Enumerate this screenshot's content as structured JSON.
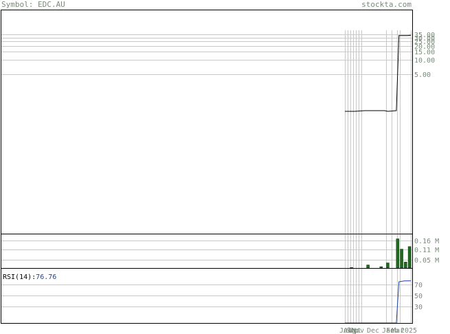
{
  "header": {
    "symbol_text": "Symbol: EDC.AU",
    "brand": "stockta.com"
  },
  "colors": {
    "grid": "#c8c8c8",
    "frame": "#000000",
    "label": "#7a8a7a",
    "volume": "#1e6b1e",
    "rsi_line": "#1a3fa8"
  },
  "chart_data": [
    {
      "type": "line",
      "name": "price",
      "scale": "log",
      "yticks": [
        35.0,
        30.0,
        25.0,
        20.0,
        15.0,
        10.0,
        5.0
      ],
      "ytick_labels": [
        "35.00",
        "30.00",
        "25.00",
        "20.00",
        "15.00",
        "10.00",
        "5.00"
      ],
      "segments": [
        {
          "x": 0.0,
          "y": 1.0
        },
        {
          "x": 0.15,
          "y": 1.0
        },
        {
          "x": 0.3,
          "y": 1.02
        },
        {
          "x": 0.45,
          "y": 1.02
        },
        {
          "x": 0.6,
          "y": 1.02
        },
        {
          "x": 0.65,
          "y": 1.0
        },
        {
          "x": 0.78,
          "y": 1.02
        },
        {
          "x": 0.82,
          "y": 33.0
        },
        {
          "x": 0.95,
          "y": 33.0
        },
        {
          "x": 1.0,
          "y": 33.5
        }
      ]
    },
    {
      "type": "bar",
      "name": "volume",
      "ytick_labels": [
        "0.16 M",
        "0.11 M",
        "0.05 M"
      ],
      "yticks": [
        0.16,
        0.11,
        0.05
      ],
      "ylim": [
        0,
        0.2
      ],
      "bars": [
        {
          "x": 0.1,
          "v": 0.003
        },
        {
          "x": 0.35,
          "v": 0.018
        },
        {
          "x": 0.55,
          "v": 0.008
        },
        {
          "x": 0.65,
          "v": 0.03
        },
        {
          "x": 0.8,
          "v": 0.17
        },
        {
          "x": 0.86,
          "v": 0.11
        },
        {
          "x": 0.92,
          "v": 0.035
        },
        {
          "x": 0.98,
          "v": 0.125
        }
      ]
    },
    {
      "type": "line",
      "name": "RSI(14)",
      "label": "RSI(14):",
      "value_text": "76.76",
      "ylim": [
        0,
        100
      ],
      "yticks": [
        70,
        50,
        30
      ],
      "ytick_labels": [
        "70",
        "50",
        "30"
      ],
      "points": [
        {
          "x": 0.0,
          "y": 0
        },
        {
          "x": 0.78,
          "y": 0
        },
        {
          "x": 0.82,
          "y": 75
        },
        {
          "x": 0.9,
          "y": 76.5
        },
        {
          "x": 1.0,
          "y": 76.76
        }
      ]
    }
  ],
  "x_axis": {
    "tick_labels": [
      "Jul",
      "Aug",
      "Sep",
      "Oct",
      "Nov",
      "Dec",
      "Jan",
      "Feb",
      "Mar",
      "2025"
    ]
  }
}
